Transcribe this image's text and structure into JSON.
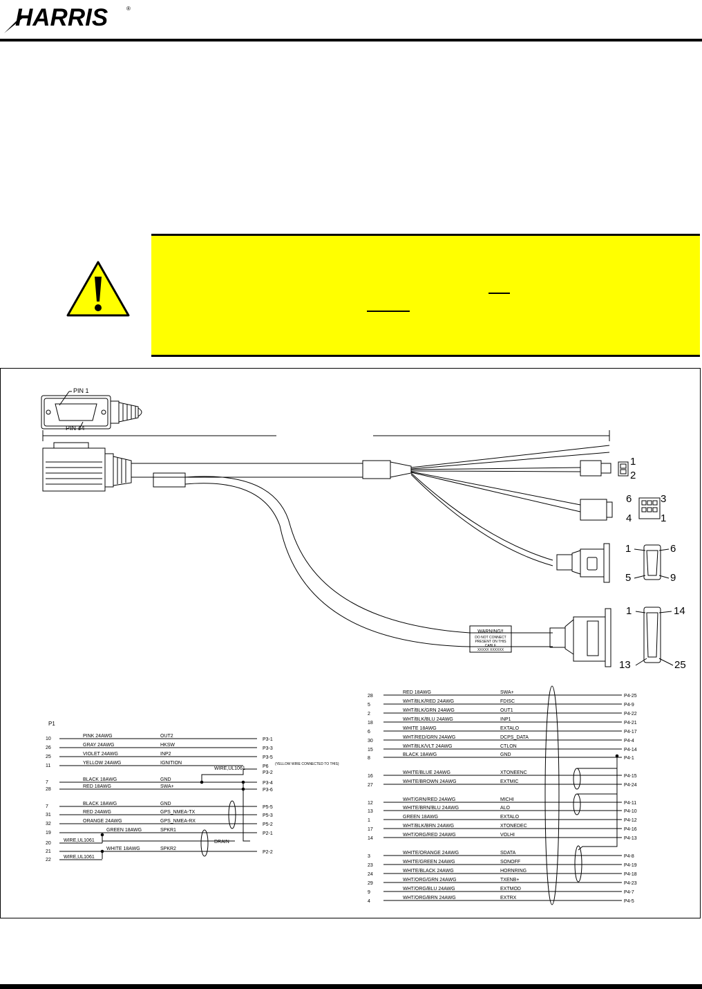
{
  "header": {
    "logo_text": "HARRIS",
    "logo_mark": "®"
  },
  "caution": {
    "icon": "warning-triangle-icon",
    "background": "#ffff00"
  },
  "colors": {
    "caution_yellow": "#ffff00",
    "ink": "#000000"
  },
  "drawing": {
    "connector_callouts": {
      "pin1": "PIN 1",
      "pin44": "PIN 44",
      "p3_pins": [
        "1",
        "2"
      ],
      "p5_pins": [
        "6",
        "3",
        "4",
        "1"
      ],
      "db9_pins": [
        "1",
        "6",
        "5",
        "9"
      ],
      "db25_pins": [
        "1",
        "14",
        "13",
        "25"
      ]
    },
    "warning_label": {
      "title": "WARNING!!",
      "lines": [
        "DO NOT CONNECT",
        "PRESENT ON THIS",
        "CABLE",
        "XXXXX XXXXXX"
      ]
    },
    "left_schematic": {
      "header": "P1",
      "rows": [
        {
          "pin": "10",
          "wire": "PINK  24AWG",
          "signal": "OUT2",
          "dest": "P3-1"
        },
        {
          "pin": "26",
          "wire": "GRAY  24AWG",
          "signal": "HKSW",
          "dest": "P3-3"
        },
        {
          "pin": "25",
          "wire": "VIOLET  24AWG",
          "signal": "INP2",
          "dest": "P3-5"
        },
        {
          "pin": "11",
          "wire": "YELLOW  24AWG",
          "signal": "IGNITION",
          "dest": "P6"
        },
        {
          "pin": "7",
          "wire": "BLACK  18AWG",
          "signal": "GND",
          "dest": "P3-4"
        },
        {
          "pin": "28",
          "wire": "RED  18AWG",
          "signal": "SWA+",
          "dest": "P3-6"
        },
        {
          "pin": "7",
          "wire": "BLACK  18AWG",
          "signal": "GND",
          "dest": "P5-5"
        },
        {
          "pin": "31",
          "wire": "RED  24AWG",
          "signal": "GPS_NMEA-TX",
          "dest": "P5-3"
        },
        {
          "pin": "32",
          "wire": "ORANGE  24AWG",
          "signal": "GPS_NMEA-RX",
          "dest": "P5-2"
        },
        {
          "pin": "19",
          "wire": "GREEN  18AWG",
          "signal": "SPKR1",
          "dest": "P2-1"
        },
        {
          "pin": "20",
          "wire": "",
          "signal": "",
          "dest": ""
        },
        {
          "pin": "21",
          "wire": "WHITE  18AWG",
          "signal": "SPKR2",
          "dest": "P2-2"
        },
        {
          "pin": "22",
          "wire": "",
          "signal": "",
          "dest": ""
        }
      ],
      "notes": {
        "p6": "(YELLOW WIRE CONNECTED TO THIS)",
        "wire_p3_2": "WIRE,UL1061",
        "p3_2": "P3-2",
        "drain": "DRAIN",
        "wire20": "WIRE,UL1061",
        "wire22": "WIRE,UL1061"
      }
    },
    "right_schematic": {
      "rows": [
        {
          "pin": "28",
          "wire": "RED  18AWG",
          "signal": "SWA+",
          "dest": "P4-25"
        },
        {
          "pin": "5",
          "wire": "WHT/BLK/RED  24AWG",
          "signal": "FDISC",
          "dest": "P4-9"
        },
        {
          "pin": "2",
          "wire": "WHT/BLK/GRN  24AWG",
          "signal": "OUT1",
          "dest": "P4-22"
        },
        {
          "pin": "18",
          "wire": "WHT/BLK/BLU  24AWG",
          "signal": "INP1",
          "dest": "P4-21"
        },
        {
          "pin": "6",
          "wire": "WHITE  18AWG",
          "signal": "EXTALO",
          "dest": "P4-17"
        },
        {
          "pin": "30",
          "wire": "WHT/RED/GRN  24AWG",
          "signal": "DCPS_DATA",
          "dest": "P4-4"
        },
        {
          "pin": "15",
          "wire": "WHT/BLK/VLT  24AWG",
          "signal": "CTLON",
          "dest": "P4-14"
        },
        {
          "pin": "8",
          "wire": "BLACK  18AWG",
          "signal": "GND",
          "dest": "P4-1"
        },
        {
          "pin": "16",
          "wire": "WHITE/BLUE  24AWG",
          "signal": "XTONEENC",
          "dest": "P4-15"
        },
        {
          "pin": "27",
          "wire": "WHITE/BROWN  24AWG",
          "signal": "EXTMIC",
          "dest": "P4-24"
        },
        {
          "pin": "12",
          "wire": "WHT/GRN/RED  24AWG",
          "signal": "MICHI",
          "dest": "P4-11"
        },
        {
          "pin": "13",
          "wire": "WHITE/BRN/BLU  24AWG",
          "signal": "ALO",
          "dest": "P4-10"
        },
        {
          "pin": "1",
          "wire": "GREEN  18AWG",
          "signal": "EXTALO",
          "dest": "P4-12"
        },
        {
          "pin": "17",
          "wire": "WHT/BLK/BRN  24AWG",
          "signal": "XTONEDEC",
          "dest": "P4-16"
        },
        {
          "pin": "14",
          "wire": "WHT/ORG/RED  24AWG",
          "signal": "VOLHI",
          "dest": "P4-13"
        },
        {
          "pin": "3",
          "wire": "WHITE/ORANGE  24AWG",
          "signal": "SDATA",
          "dest": "P4-8"
        },
        {
          "pin": "23",
          "wire": "WHITE/GREEN  24AWG",
          "signal": "SONOFF",
          "dest": "P4-19"
        },
        {
          "pin": "24",
          "wire": "WHITE/BLACK  24AWG",
          "signal": "HORNRING",
          "dest": "P4-18"
        },
        {
          "pin": "29",
          "wire": "WHT/ORG/GRN  24AWG",
          "signal": "TXENB+",
          "dest": "P4-23"
        },
        {
          "pin": "9",
          "wire": "WHT/ORG/BLU  24AWG",
          "signal": "EXTMOD",
          "dest": "P4-7"
        },
        {
          "pin": "4",
          "wire": "WHT/ORG/BRN  24AWG",
          "signal": "EXTRX",
          "dest": "P4-5"
        }
      ]
    }
  }
}
